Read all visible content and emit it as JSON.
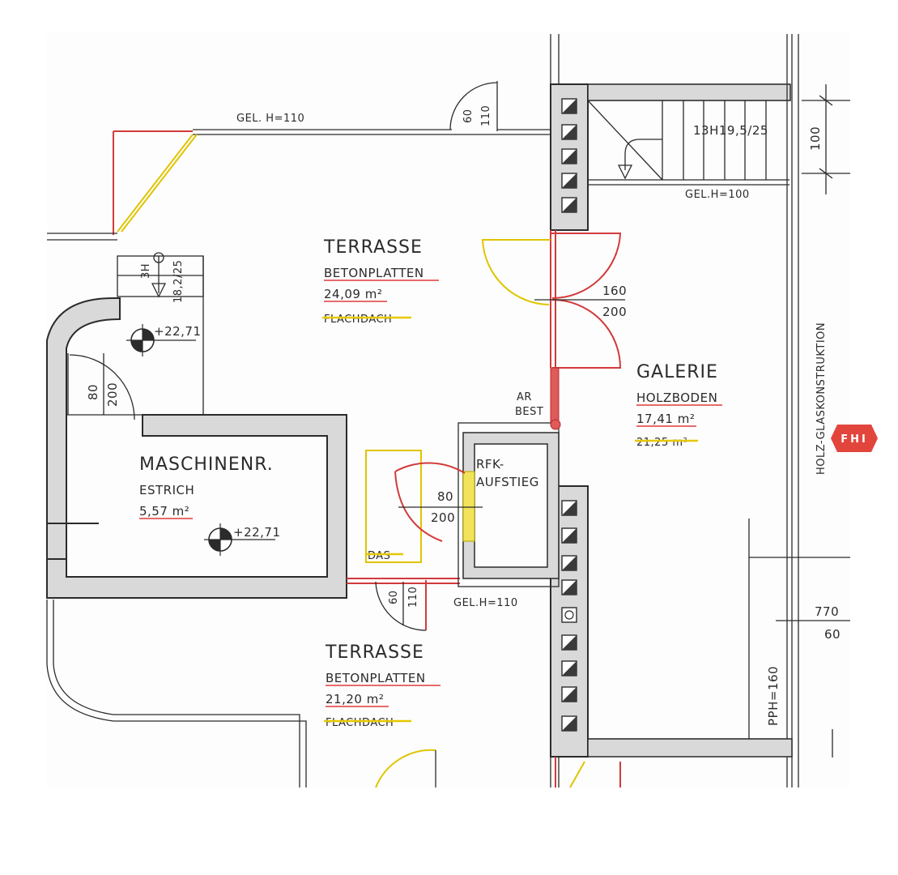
{
  "labels": {
    "terrasse_top": {
      "name": "TERRASSE",
      "material": "BETONPLATTEN",
      "area": "24,09 m²",
      "old_note": "FLACHDACH"
    },
    "terrasse_bottom": {
      "name": "TERRASSE",
      "material": "BETONPLATTEN",
      "area": "21,20 m²",
      "old_note": "FLACHDACH"
    },
    "galerie": {
      "name": "GALERIE",
      "material": "HOLZBODEN",
      "area": "17,41 m²",
      "old_area": "21,25 m²"
    },
    "maschinenraum": {
      "name": "MASCHINENR.",
      "material": "ESTRICH",
      "area": "5,57 m²"
    },
    "rfk": {
      "line1": "RFK-",
      "line2": "AUFSTIEG"
    },
    "ar_best": {
      "line1": "AR",
      "line2": "BEST"
    },
    "das": "DAS",
    "railing_top": "GEL. H=110",
    "railing_stair": "GEL.H=100",
    "railing_bottom": "GEL.H=110",
    "stair": "13H19,5/25",
    "stair_small": "3H",
    "stair_small2": "18,2/25",
    "level1": "+22,71",
    "level2": "+22,71",
    "holz_glas": "HOLZ-GLASKONSTRUKTION",
    "pph": "PPH=160",
    "dim_100": "100",
    "dim_770": "770",
    "dim_60": "60"
  },
  "doors": {
    "top_60": "60",
    "top_110": "110",
    "gal_160": "160",
    "gal_200": "200",
    "masch_80": "80",
    "masch_200": "200",
    "rfk_80": "80",
    "rfk_200": "200",
    "bot_60": "60",
    "bot_110": "110"
  },
  "logo": {
    "text": "FHI",
    "color": "#e2453c"
  },
  "colors": {
    "red": "#d23a3a",
    "yellow": "#e0c400",
    "wall": "#d9d9d9"
  }
}
